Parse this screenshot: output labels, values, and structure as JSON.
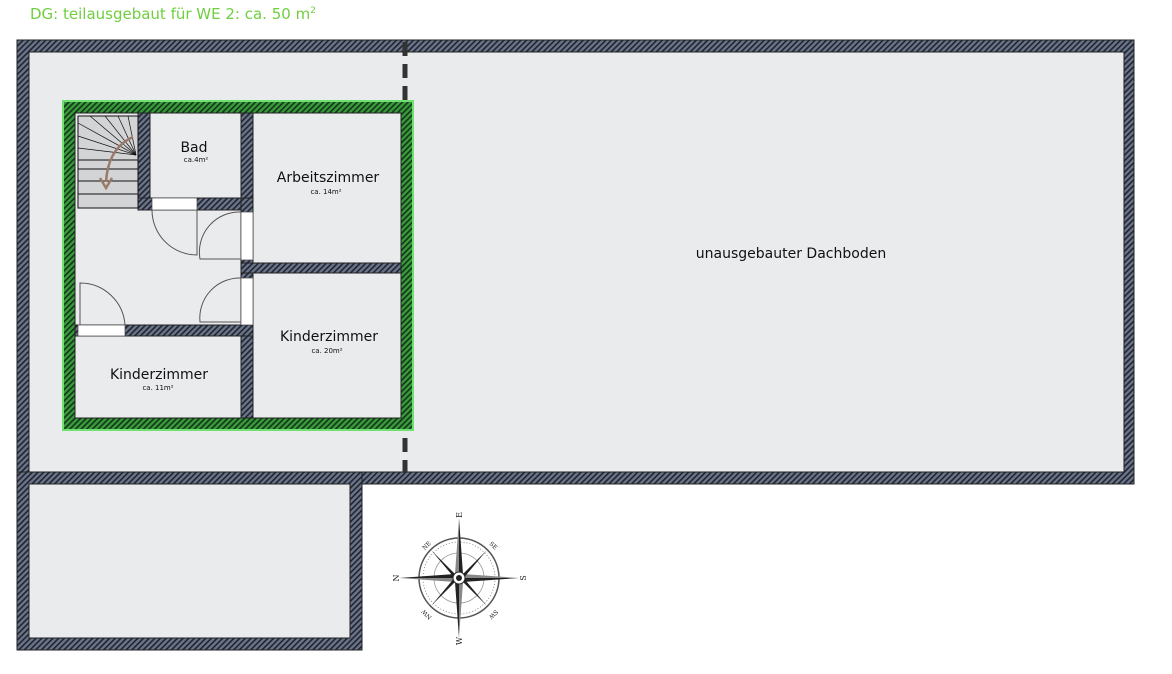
{
  "title": {
    "text": "DG: teilausgebaut für WE 2: ca. 50 m",
    "superscript": "2"
  },
  "rooms": [
    {
      "name": "Bad",
      "area": "ca.4m²"
    },
    {
      "name": "Arbeitszimmer",
      "area": "ca. 14m²"
    },
    {
      "name": "Kinderzimmer",
      "area": "ca. 20m²"
    },
    {
      "name": "Kinderzimmer",
      "area": "ca. 11m²"
    }
  ],
  "attic_label": "unausgebauter Dachboden",
  "compass": {
    "n": "N",
    "e": "E",
    "s": "S",
    "w": "W",
    "ne": "NE",
    "se": "SE",
    "sw": "SW",
    "nw": "NW"
  },
  "colors": {
    "title": "#6fcf3f",
    "unit_wall": "#2e8b2e",
    "outer_wall": "#5a6478",
    "floor": "#eaebed"
  }
}
